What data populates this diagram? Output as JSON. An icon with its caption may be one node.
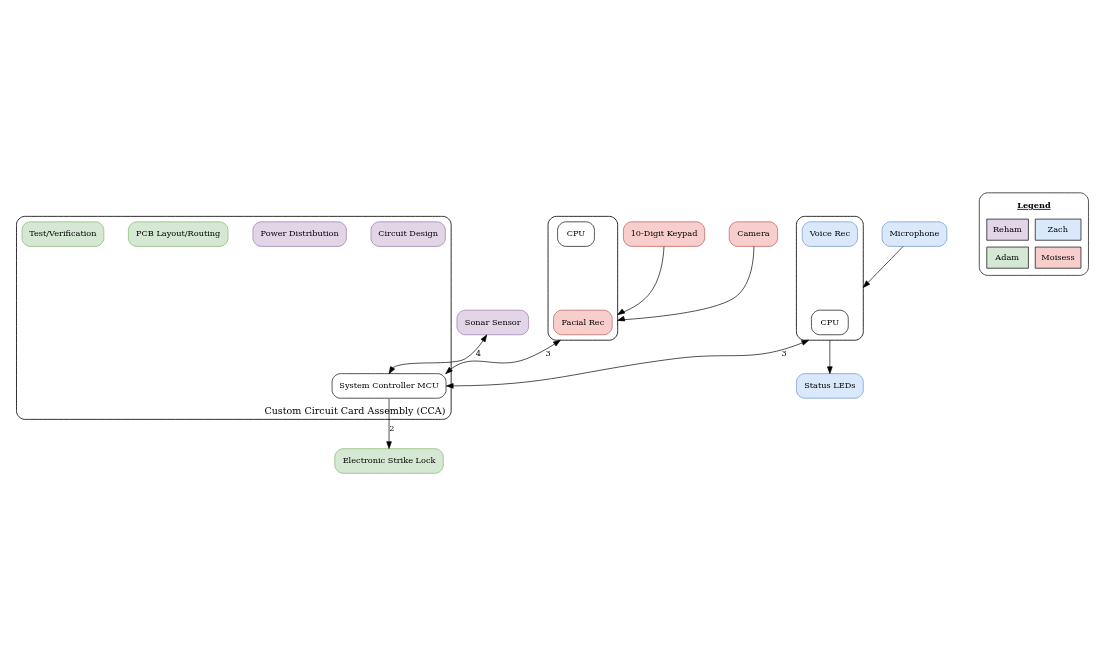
{
  "diagram": {
    "nodes": [
      {
        "text": [
          "Camera"
        ]
      },
      {
        "text": [
          "Sonar Sensor"
        ]
      },
      {
        "text": [],
        "shape": "box"
      },
      {
        "text": [
          "Facial Rec"
        ],
        "in": 2
      },
      {
        "text": [
          "CPU"
        ],
        "in": 2
      },
      {
        "text": [
          "10-Digit Keypad"
        ]
      },
      {
        "text": [
          "Custom Circuit Card Assembly (CCA)"
        ]
      },
      {
        "text": [
          "System Controller MCU"
        ],
        "in": 6
      },
      {
        "text": [
          "Electronic Strike Lock"
        ]
      },
      {
        "text": [
          "Circuit Design"
        ],
        "in": 6
      },
      {
        "text": [
          "Power Distribution"
        ],
        "in": 6
      },
      {
        "text": [
          "PCB Layout/Routing"
        ],
        "in": 6
      },
      {
        "text": [
          "Test/Verification"
        ],
        "in": 6
      },
      {
        "text": [
          "Status LEDs"
        ]
      },
      {
        "text": [],
        "shape": "box"
      },
      {
        "text": [
          "CPU"
        ],
        "in": 14
      },
      {
        "text": [
          "Voice Rec"
        ],
        "in": 14
      },
      {
        "text": [
          "Microphone"
        ]
      }
    ],
    "edges": [
      {
        "from": 0,
        "to": 2,
        "arrow": "to"
      },
      {
        "from": 5,
        "to": 2,
        "arrow": "to"
      },
      {
        "from": 1,
        "to": 7,
        "arrow": "both",
        "label": "4"
      },
      {
        "from": 2,
        "to": 7,
        "arrow": "both",
        "label": "3"
      },
      {
        "from": 14,
        "to": 7,
        "arrow": "both",
        "label": "3"
      },
      {
        "from": 7,
        "to": 8,
        "arrow": "to",
        "label": "2"
      },
      {
        "from": 14,
        "to": 13,
        "arrow": "to"
      },
      {
        "from": 17,
        "to": 14,
        "arrow": "to"
      }
    ],
    "labels": [
      "Legend"
    ],
    "legend": [
      {
        "text": "Reham",
        "color": "#e1d5e7"
      },
      {
        "text": "Zach",
        "color": "#dae8fc"
      },
      {
        "text": "Adam",
        "color": "#d5e8d4"
      },
      {
        "text": "Moisess",
        "color": "#f8cecc"
      }
    ]
  }
}
